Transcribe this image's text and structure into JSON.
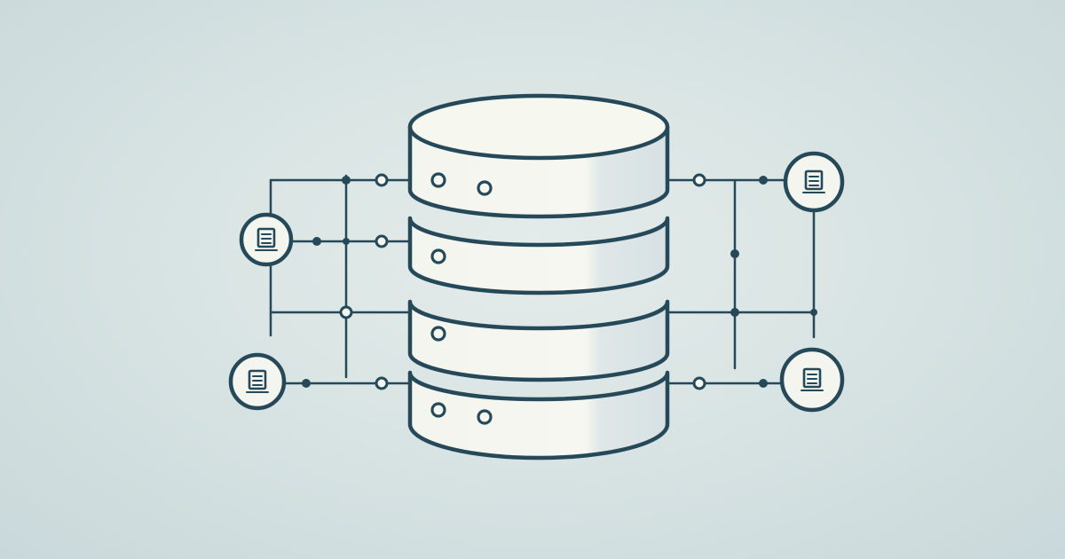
{
  "colors": {
    "background": "#d8e3e3",
    "line": "#26495a",
    "fill": "#f4f5ee",
    "shade": "#dde6e8"
  },
  "diagram": {
    "central_node": {
      "icon": "database-icon",
      "disk_count": 4
    },
    "clients": [
      {
        "icon": "document-icon",
        "side": "left",
        "row": 1
      },
      {
        "icon": "document-icon",
        "side": "left",
        "row": 3
      },
      {
        "icon": "document-icon",
        "side": "right",
        "row": 0
      },
      {
        "icon": "document-icon",
        "side": "right",
        "row": 3
      }
    ]
  }
}
